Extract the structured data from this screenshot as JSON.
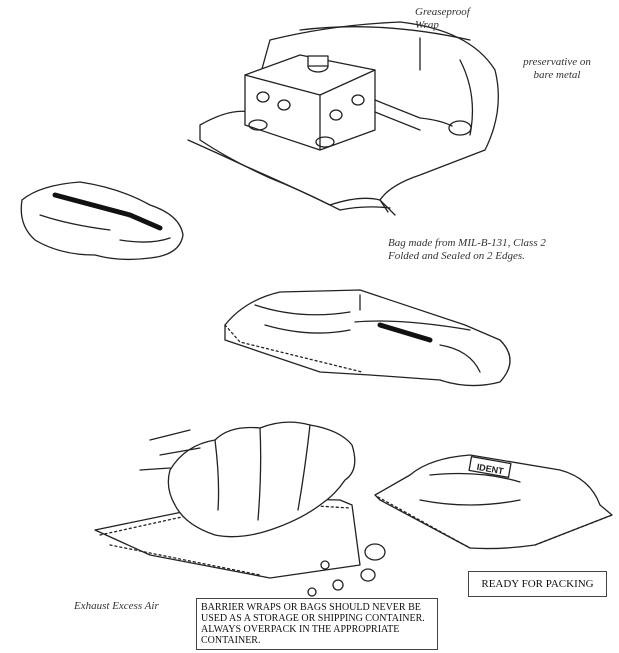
{
  "labels": {
    "greaseproof_line1": "Greaseproof",
    "greaseproof_line2": "Wrap",
    "preservative_line1": "preservative on",
    "preservative_line2": "bare metal",
    "bag_line1": "Bag made from MIL-B-131, Class 2",
    "bag_line2": "Folded and Sealed on 2 Edges.",
    "exhaust": "Exhaust Excess Air",
    "ready": "READY FOR PACKING",
    "bag_tag": "IDENT"
  },
  "warning": {
    "line1": "BARRIER WRAPS OR BAGS SHOULD NEVER BE",
    "line2": "USED AS A STORAGE OR SHIPPING CONTAINER.",
    "line3": "ALWAYS OVERPACK IN THE APPROPRIATE",
    "line4": "CONTAINER."
  },
  "colors": {
    "ink": "#222222",
    "paper": "#ffffff"
  }
}
